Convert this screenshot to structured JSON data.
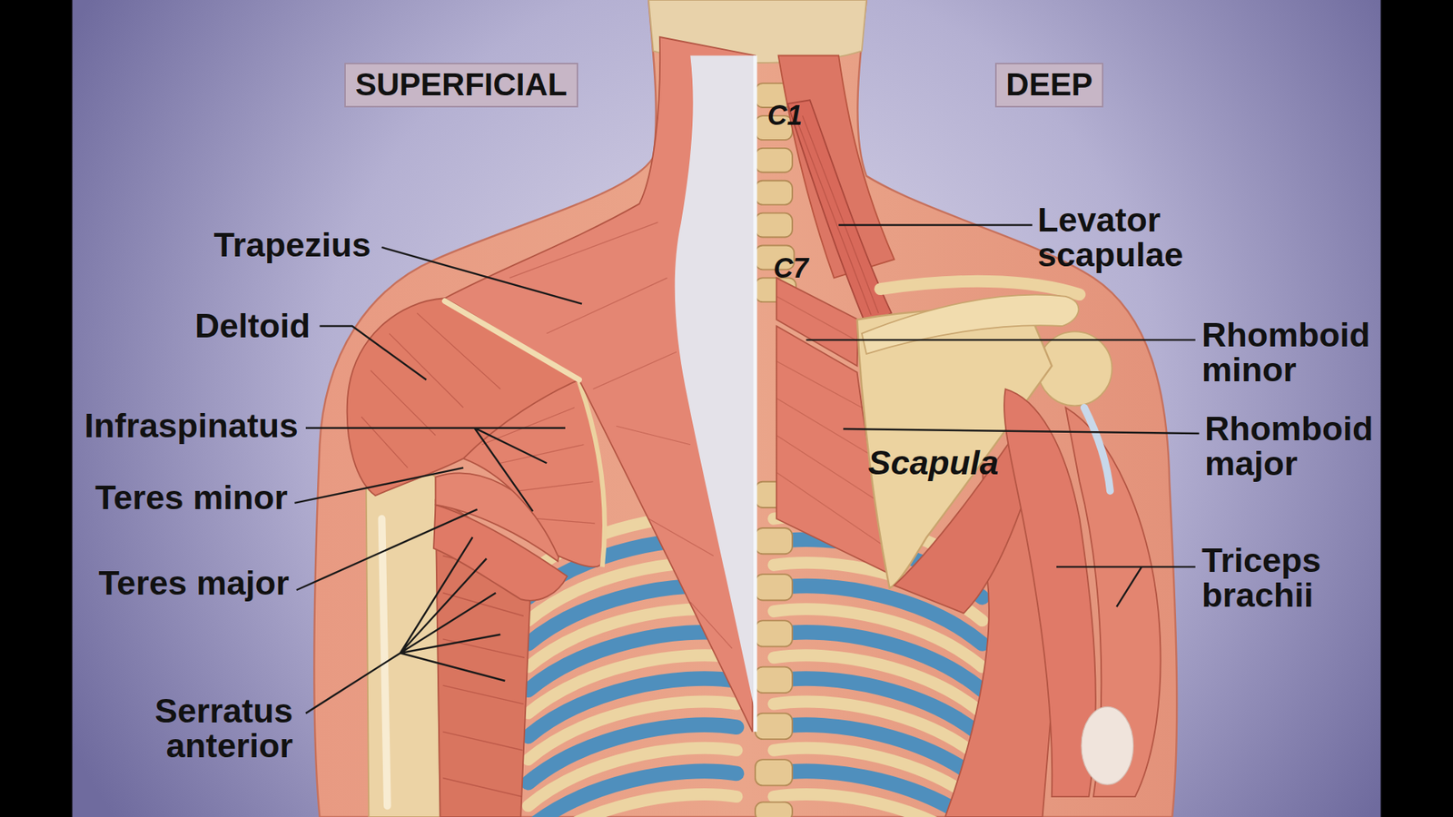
{
  "diagram": {
    "nodes": [
      {
        "text": [
          "SUPERFICIAL"
        ]
      },
      {
        "text": [
          "DEEP"
        ]
      }
    ],
    "labels": [
      "C1",
      "C7",
      "Trapezius",
      "Deltoid",
      "Infraspinatus",
      "Teres minor",
      "Teres major",
      "Serratus anterior",
      "Levator scapulae",
      "Rhomboid minor",
      "Rhomboid major",
      "Scapula",
      "Triceps brachii"
    ]
  }
}
